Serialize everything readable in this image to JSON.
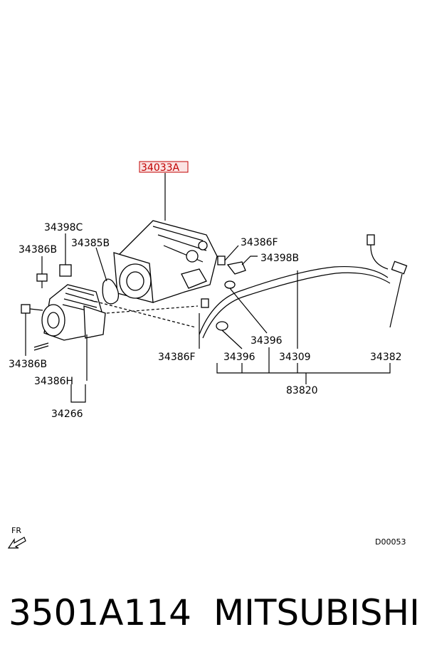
{
  "diagram": {
    "labels": {
      "main": "34033A",
      "l34398C": "34398C",
      "l34386B_top": "34386B",
      "l34385B": "34385B",
      "l34386F_top": "34386F",
      "l34398B": "34398B",
      "l34386B_bottom": "34386B",
      "l34386H": "34386H",
      "l34266": "34266",
      "l34386F_bottom": "34386F",
      "l34396_a": "34396",
      "l34396_b": "34396",
      "l34309": "34309",
      "l34382": "34382",
      "l83820": "83820"
    },
    "front_marker": "FR",
    "diagram_code": "D00053",
    "highlight_color": "#c00000"
  },
  "footer": {
    "part_number": "3501A114",
    "brand": "MITSUBISHI"
  }
}
